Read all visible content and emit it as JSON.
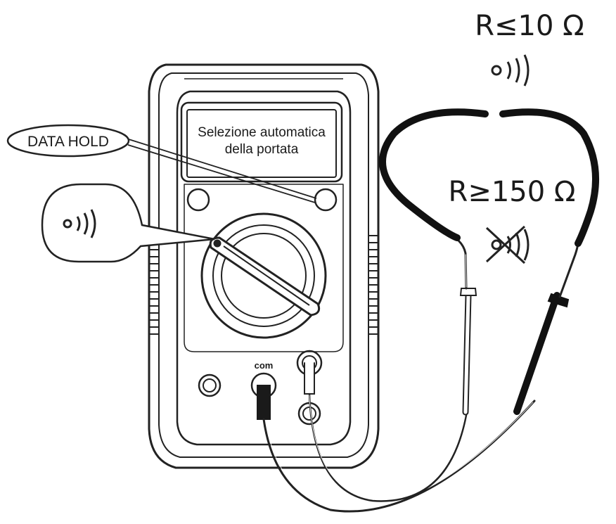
{
  "display": {
    "line1": "Selezione automatica",
    "line2": "della portata"
  },
  "callouts": {
    "data_hold": "DATA HOLD"
  },
  "meter": {
    "com_jack_label": "com"
  },
  "annotations": {
    "continuity_condition": "R≤10 Ω",
    "no_continuity_condition": "R≥150 Ω"
  },
  "icons": {
    "buzzer": "buzzer-icon",
    "buzzer_muted": "buzzer-muted-icon"
  }
}
